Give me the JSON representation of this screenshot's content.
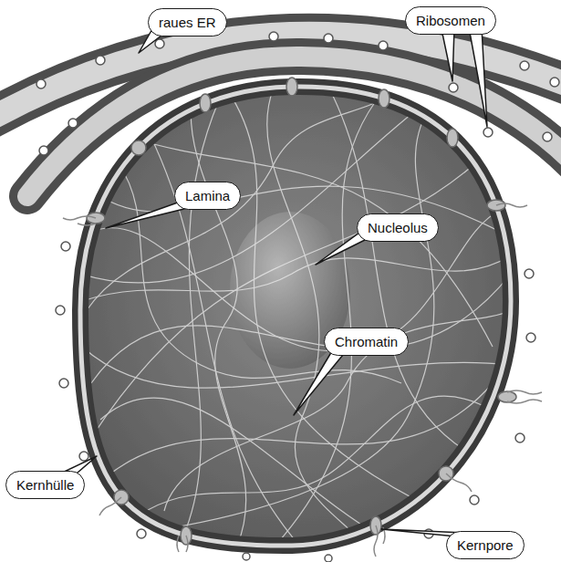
{
  "diagram": {
    "nodes": [
      {
        "text": [
          "raues ER"
        ]
      },
      {
        "text": [
          "Ribosomen"
        ]
      },
      {
        "text": [
          "Lamina"
        ]
      },
      {
        "text": [
          "Nucleolus"
        ]
      },
      {
        "text": [
          "Chromatin"
        ]
      },
      {
        "text": [
          "Kernhülle"
        ]
      },
      {
        "text": [
          "Kernpore"
        ]
      }
    ]
  }
}
